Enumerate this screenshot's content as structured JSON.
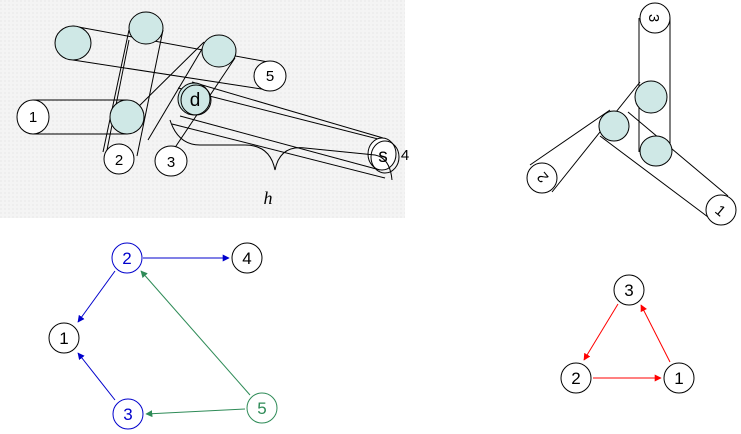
{
  "colors": {
    "cylinder_fill": "#cfe8e6",
    "tube_stroke": "#000000",
    "panel_bg": "#f0f0f0",
    "blue": "#0000cc",
    "green": "#2e8b57",
    "red": "#ff0000"
  },
  "top_left": {
    "labels": {
      "n1": "1",
      "n2": "2",
      "n3": "3",
      "n5": "5",
      "d": "d",
      "s": "s",
      "n4": "4",
      "h": "h"
    }
  },
  "top_right": {
    "labels": {
      "n3": "3",
      "n2": "2",
      "n1": "1"
    }
  },
  "graph_left": {
    "nodes": {
      "n1": "1",
      "n2": "2",
      "n3": "3",
      "n4": "4",
      "n5": "5"
    }
  },
  "graph_right": {
    "nodes": {
      "n1": "1",
      "n2": "2",
      "n3": "3"
    }
  }
}
